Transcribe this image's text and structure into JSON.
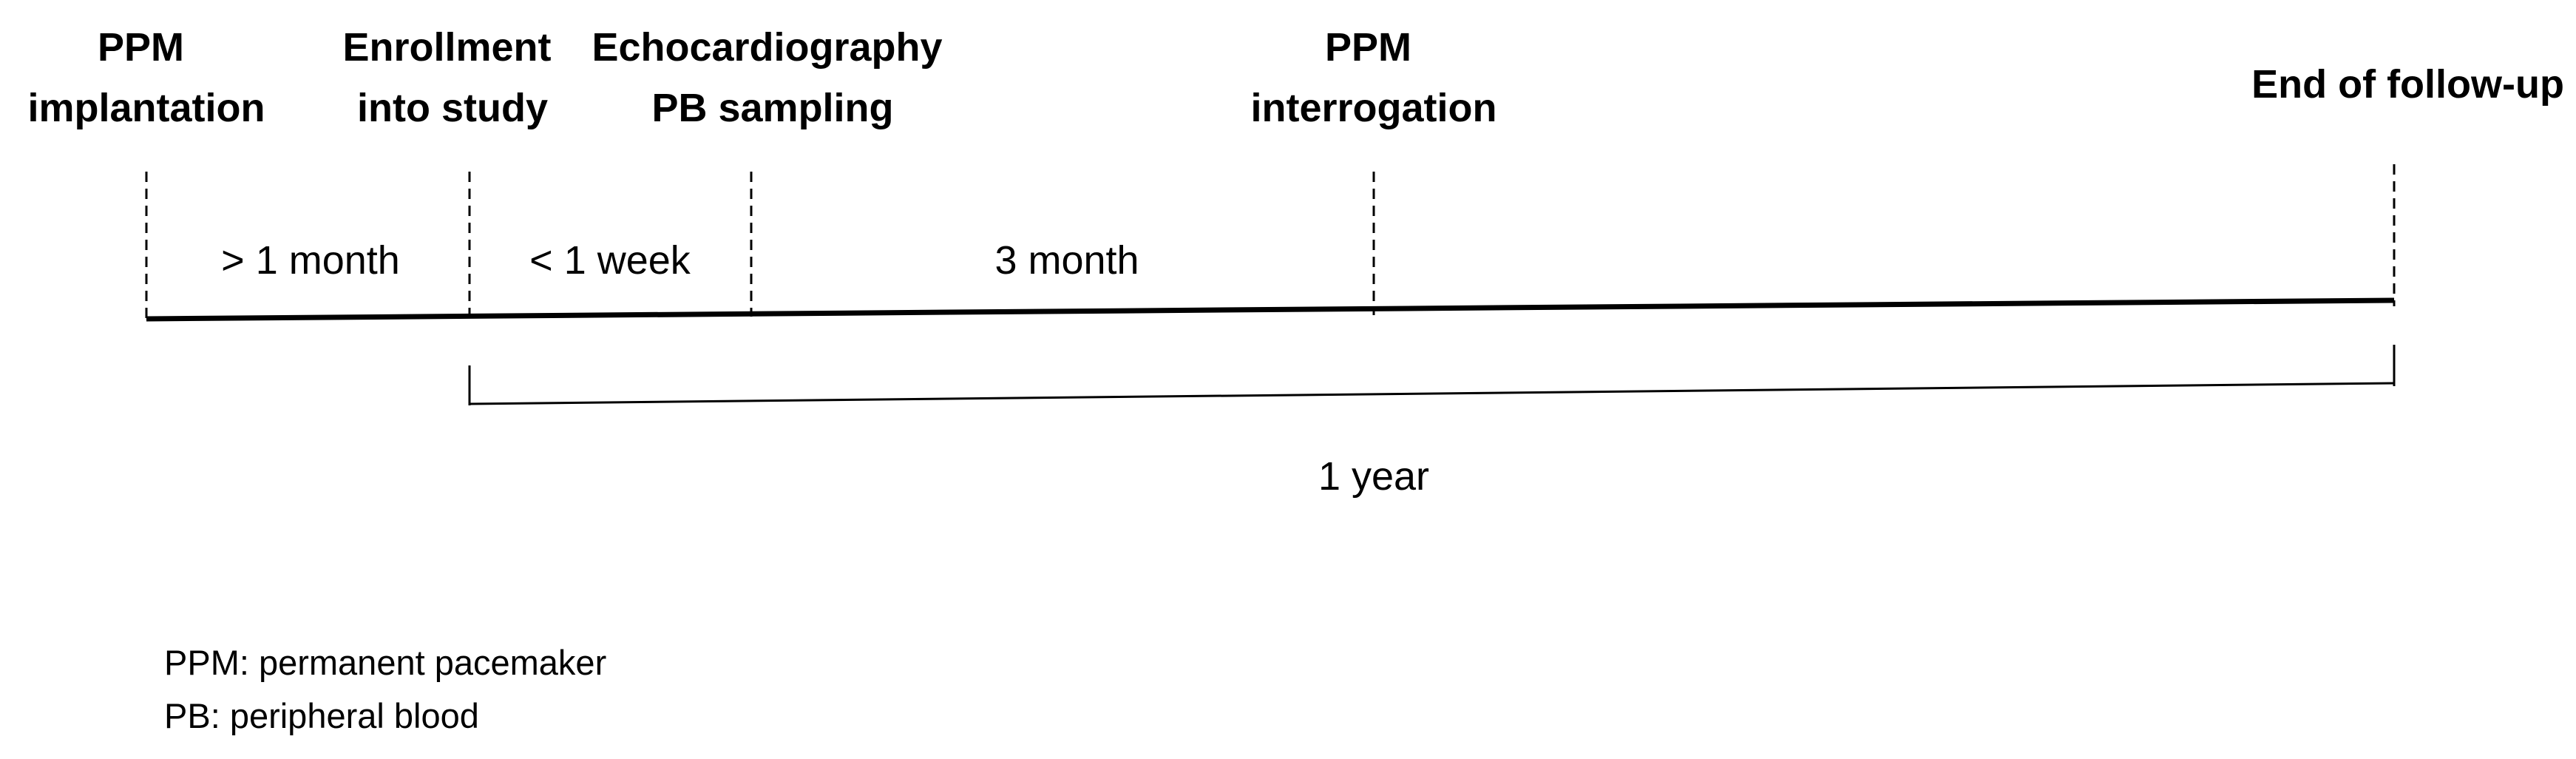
{
  "milestones": [
    {
      "id": "ppm-implantation",
      "lines": [
        "PPM",
        "implantation"
      ]
    },
    {
      "id": "enrollment",
      "lines": [
        "Enrollment",
        "into study"
      ]
    },
    {
      "id": "echo-pb",
      "lines": [
        "Echocardiography",
        "PB sampling"
      ]
    },
    {
      "id": "ppm-interrogation",
      "lines": [
        "PPM",
        "interrogation"
      ]
    },
    {
      "id": "end-follow-up",
      "lines": [
        "End of follow-up"
      ]
    }
  ],
  "intervals": [
    {
      "id": "gt-1-month",
      "label": "> 1 month"
    },
    {
      "id": "lt-1-week",
      "label": "< 1 week"
    },
    {
      "id": "3-month",
      "label": "3 month"
    }
  ],
  "span": {
    "label": "1 year"
  },
  "legend": [
    "PPM: permanent pacemaker",
    "PB: peripheral blood"
  ],
  "colors": {
    "line": "#000000",
    "text": "#000000",
    "background": "#ffffff"
  }
}
